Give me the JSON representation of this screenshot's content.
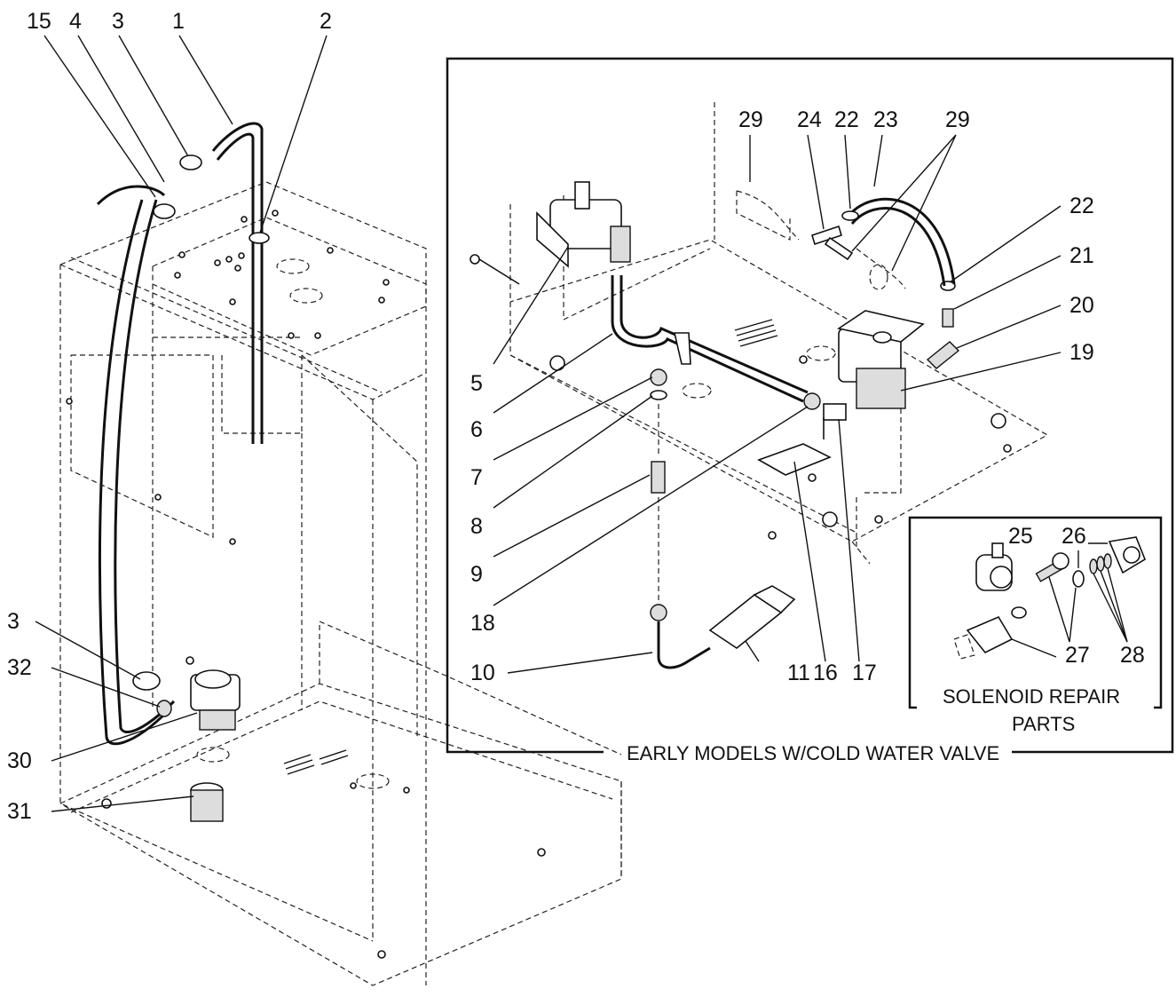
{
  "diagram": {
    "left_callouts": {
      "c15": "15",
      "c4": "4",
      "c3_top": "3",
      "c1": "1",
      "c2": "2",
      "c3_low": "3",
      "c32": "32",
      "c30": "30",
      "c31": "31"
    },
    "inset_callouts": {
      "c29a": "29",
      "c24": "24",
      "c22a": "22",
      "c23": "23",
      "c29b": "29",
      "c22b": "22",
      "c21": "21",
      "c20": "20",
      "c19": "19",
      "c5": "5",
      "c6": "6",
      "c7": "7",
      "c8": "8",
      "c9": "9",
      "c18": "18",
      "c10": "10",
      "c11": "11",
      "c16": "16",
      "c17": "17"
    },
    "solenoid_callouts": {
      "c25": "25",
      "c26": "26",
      "c27": "27",
      "c28": "28"
    },
    "inset_caption": "EARLY MODELS W/COLD WATER VALVE",
    "solenoid_caption_line1": "SOLENOID REPAIR",
    "solenoid_caption_line2": "PARTS"
  }
}
